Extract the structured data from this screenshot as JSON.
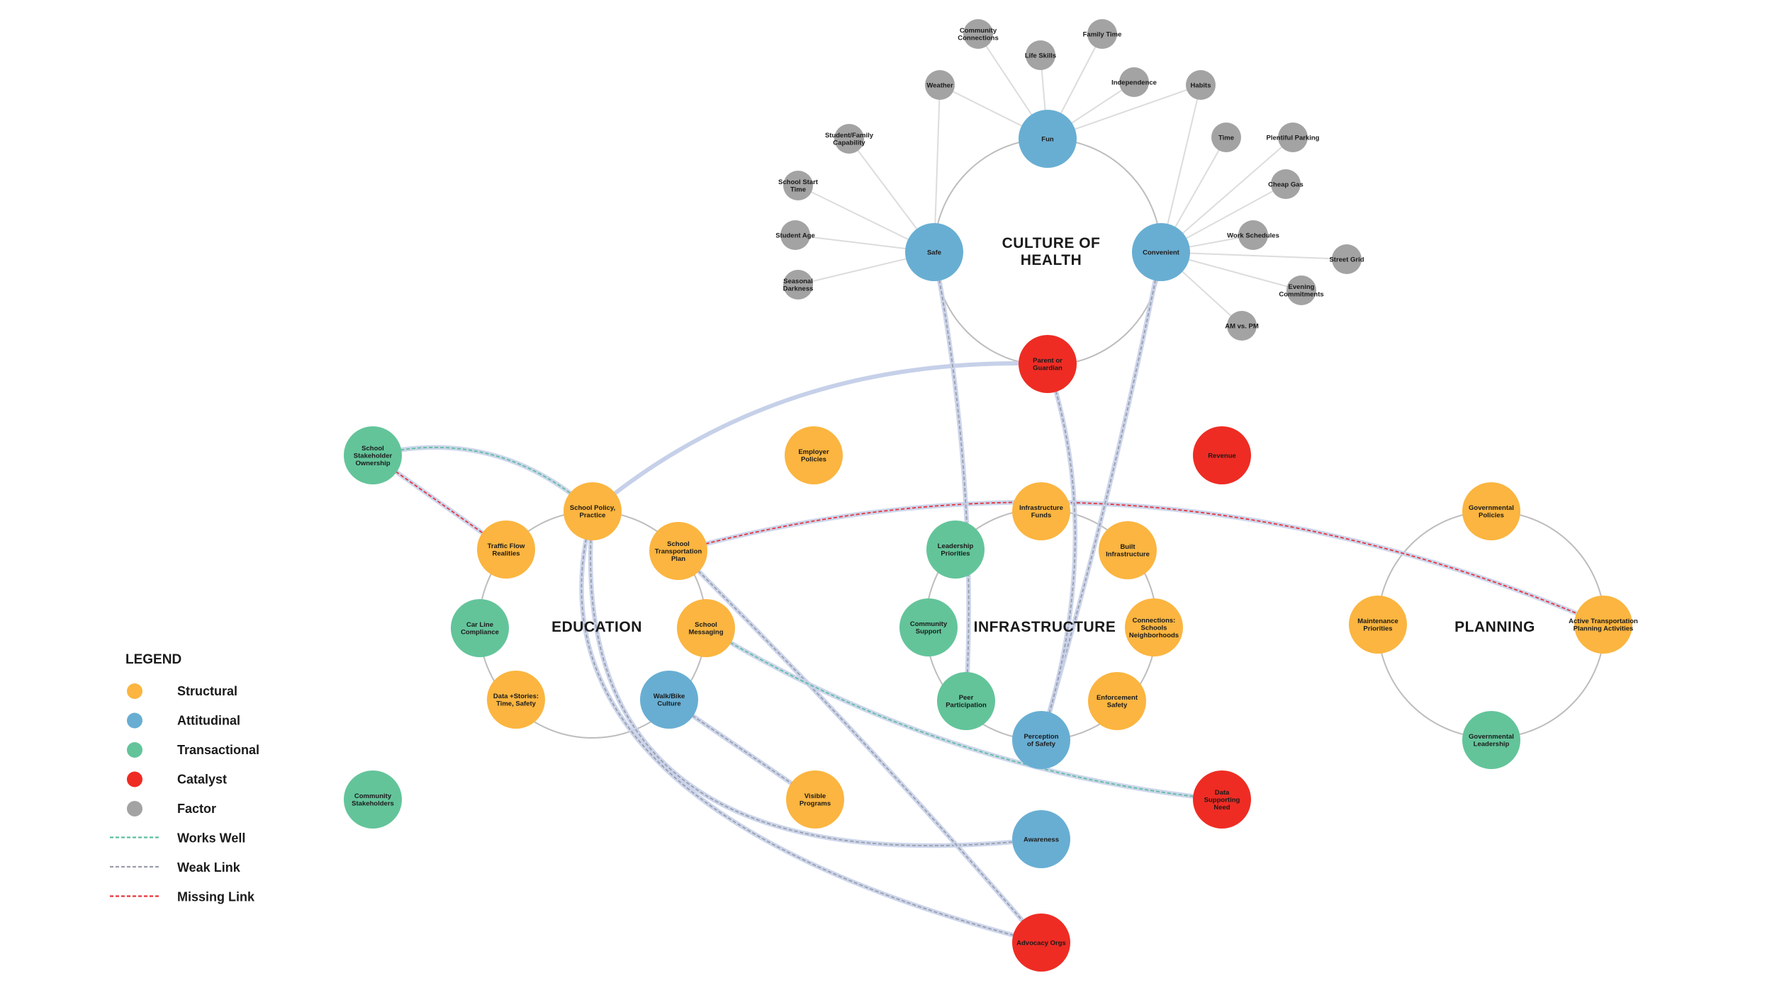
{
  "colors": {
    "structural": "#fbb540",
    "attitudinal": "#68aed3",
    "transactional": "#63c49a",
    "catalyst": "#ee2c24",
    "factor": "#a3a3a3",
    "works": "#5cbf9c",
    "weak": "#9a9ea8",
    "missing": "#e8343a",
    "halo": "#c6d0e9",
    "ring": "#bdbdbd",
    "spoke": "#dcdcdc"
  },
  "clusters": [
    {
      "id": "culture",
      "title": [
        "CULTURE OF",
        "HEALTH"
      ]
    },
    {
      "id": "education",
      "title": [
        "EDUCATION"
      ]
    },
    {
      "id": "infrastructure",
      "title": [
        "INFRASTRUCTURE"
      ]
    },
    {
      "id": "planning",
      "title": [
        "PLANNING"
      ]
    }
  ],
  "nodes": [
    {
      "id": "fun",
      "type": "attitudinal",
      "label": [
        "Fun"
      ]
    },
    {
      "id": "safe",
      "type": "attitudinal",
      "label": [
        "Safe"
      ]
    },
    {
      "id": "convenient",
      "type": "attitudinal",
      "label": [
        "Convenient"
      ]
    },
    {
      "id": "parent",
      "type": "catalyst",
      "label": [
        "Parent or",
        "Guardian"
      ]
    },
    {
      "id": "community_connections",
      "type": "factor",
      "label": [
        "Community",
        "Connections"
      ]
    },
    {
      "id": "life_skills",
      "type": "factor",
      "label": [
        "Life Skills"
      ]
    },
    {
      "id": "family_time",
      "type": "factor",
      "label": [
        "Family Time"
      ]
    },
    {
      "id": "weather",
      "type": "factor",
      "label": [
        "Weather"
      ]
    },
    {
      "id": "independence",
      "type": "factor",
      "label": [
        "Independence"
      ]
    },
    {
      "id": "habits",
      "type": "factor",
      "label": [
        "Habits"
      ]
    },
    {
      "id": "student_family",
      "type": "factor",
      "label": [
        "Student/Family",
        "Capability"
      ]
    },
    {
      "id": "time",
      "type": "factor",
      "label": [
        "Time"
      ]
    },
    {
      "id": "plentiful_parking",
      "type": "factor",
      "label": [
        "Plentiful Parking"
      ]
    },
    {
      "id": "school_start",
      "type": "factor",
      "label": [
        "School Start",
        "Time"
      ]
    },
    {
      "id": "cheap_gas",
      "type": "factor",
      "label": [
        "Cheap Gas"
      ]
    },
    {
      "id": "student_age",
      "type": "factor",
      "label": [
        "Student Age"
      ]
    },
    {
      "id": "work_schedules",
      "type": "factor",
      "label": [
        "Work Schedules"
      ]
    },
    {
      "id": "street_grid",
      "type": "factor",
      "label": [
        "Street Grid"
      ]
    },
    {
      "id": "seasonal_darkness",
      "type": "factor",
      "label": [
        "Seasonal",
        "Darkness"
      ]
    },
    {
      "id": "evening_commitments",
      "type": "factor",
      "label": [
        "Evening",
        "Commitments"
      ]
    },
    {
      "id": "am_pm",
      "type": "factor",
      "label": [
        "AM vs. PM"
      ]
    },
    {
      "id": "school_stakeholder",
      "type": "transactional",
      "label": [
        "School",
        "Stakeholder",
        "Ownership"
      ]
    },
    {
      "id": "school_policy",
      "type": "structural",
      "label": [
        "School Policy,",
        "Practice"
      ]
    },
    {
      "id": "traffic_flow",
      "type": "structural",
      "label": [
        "Traffic Flow",
        "Realities"
      ]
    },
    {
      "id": "school_transport_plan",
      "type": "structural",
      "label": [
        "School",
        "Transportation",
        "Plan"
      ]
    },
    {
      "id": "car_line",
      "type": "transactional",
      "label": [
        "Car Line",
        "Compliance"
      ]
    },
    {
      "id": "school_messaging",
      "type": "structural",
      "label": [
        "School",
        "Messaging"
      ]
    },
    {
      "id": "data_stories",
      "type": "structural",
      "label": [
        "Data +Stories:",
        "Time, Safety"
      ]
    },
    {
      "id": "walk_bike",
      "type": "attitudinal",
      "label": [
        "Walk/Bike",
        "Culture"
      ]
    },
    {
      "id": "employer_policies",
      "type": "structural",
      "label": [
        "Employer",
        "Policies"
      ]
    },
    {
      "id": "revenue",
      "type": "catalyst",
      "label": [
        "Revenue"
      ]
    },
    {
      "id": "infra_funds",
      "type": "structural",
      "label": [
        "Infrastructure",
        "Funds"
      ]
    },
    {
      "id": "leadership_priorities",
      "type": "transactional",
      "label": [
        "Leadership",
        "Priorities"
      ]
    },
    {
      "id": "built_infra",
      "type": "structural",
      "label": [
        "Built",
        "Infrastructure"
      ]
    },
    {
      "id": "community_support",
      "type": "transactional",
      "label": [
        "Community",
        "Support"
      ]
    },
    {
      "id": "connections",
      "type": "structural",
      "label": [
        "Connections:",
        "Schools",
        "Neighborhoods"
      ]
    },
    {
      "id": "peer_participation",
      "type": "transactional",
      "label": [
        "Peer",
        "Participation"
      ]
    },
    {
      "id": "enforcement",
      "type": "structural",
      "label": [
        "Enforcement",
        "Safety"
      ]
    },
    {
      "id": "perception",
      "type": "attitudinal",
      "label": [
        "Perception",
        "of Safety"
      ]
    },
    {
      "id": "gov_policies",
      "type": "structural",
      "label": [
        "Governmental",
        "Policies"
      ]
    },
    {
      "id": "maintenance",
      "type": "structural",
      "label": [
        "Maintenance",
        "Priorities"
      ]
    },
    {
      "id": "active_transport",
      "type": "structural",
      "label": [
        "Active Transportation",
        "Planning Activities"
      ]
    },
    {
      "id": "gov_leadership",
      "type": "transactional",
      "label": [
        "Governmental",
        "Leadership"
      ]
    },
    {
      "id": "community_stakeholders",
      "type": "transactional",
      "label": [
        "Community",
        "Stakeholders"
      ]
    },
    {
      "id": "visible_programs",
      "type": "structural",
      "label": [
        "Visible",
        "Programs"
      ]
    },
    {
      "id": "awareness",
      "type": "attitudinal",
      "label": [
        "Awareness"
      ]
    },
    {
      "id": "data_need",
      "type": "catalyst",
      "label": [
        "Data",
        "Supporting",
        "Need"
      ]
    },
    {
      "id": "advocacy",
      "type": "catalyst",
      "label": [
        "Advocacy Orgs"
      ]
    }
  ],
  "spokes": [
    [
      "fun",
      "community_connections"
    ],
    [
      "fun",
      "life_skills"
    ],
    [
      "fun",
      "family_time"
    ],
    [
      "fun",
      "weather"
    ],
    [
      "fun",
      "independence"
    ],
    [
      "fun",
      "habits"
    ],
    [
      "safe",
      "weather"
    ],
    [
      "safe",
      "student_family"
    ],
    [
      "safe",
      "school_start"
    ],
    [
      "safe",
      "student_age"
    ],
    [
      "safe",
      "seasonal_darkness"
    ],
    [
      "convenient",
      "habits"
    ],
    [
      "convenient",
      "time"
    ],
    [
      "convenient",
      "plentiful_parking"
    ],
    [
      "convenient",
      "cheap_gas"
    ],
    [
      "convenient",
      "work_schedules"
    ],
    [
      "convenient",
      "street_grid"
    ],
    [
      "convenient",
      "evening_commitments"
    ],
    [
      "convenient",
      "am_pm"
    ]
  ],
  "links": [
    {
      "from": "parent",
      "to": "school_policy",
      "kind": "halo"
    },
    {
      "from": "school_stakeholder",
      "to": "school_policy",
      "kind": "works"
    },
    {
      "from": "school_stakeholder",
      "to": "traffic_flow",
      "kind": "missing"
    },
    {
      "from": "school_transport_plan",
      "to": "active_transport",
      "kind": "missing"
    },
    {
      "from": "safe",
      "to": "peer_participation",
      "kind": "weak"
    },
    {
      "from": "convenient",
      "to": "perception",
      "kind": "weak"
    },
    {
      "from": "parent",
      "to": "perception",
      "kind": "weak"
    },
    {
      "from": "school_policy",
      "to": "awareness",
      "kind": "weak"
    },
    {
      "from": "school_policy",
      "to": "advocacy",
      "kind": "weak"
    },
    {
      "from": "school_transport_plan",
      "to": "advocacy",
      "kind": "weak"
    },
    {
      "from": "walk_bike",
      "to": "visible_programs",
      "kind": "weak"
    },
    {
      "from": "school_messaging",
      "to": "data_need",
      "kind": "works"
    }
  ],
  "legend": {
    "title": "LEGEND",
    "items": [
      {
        "kind": "dot",
        "type": "structural",
        "label": "Structural"
      },
      {
        "kind": "dot",
        "type": "attitudinal",
        "label": "Attitudinal"
      },
      {
        "kind": "dot",
        "type": "transactional",
        "label": "Transactional"
      },
      {
        "kind": "dot",
        "type": "catalyst",
        "label": "Catalyst"
      },
      {
        "kind": "dot",
        "type": "factor",
        "label": "Factor"
      },
      {
        "kind": "line",
        "type": "works",
        "label": "Works Well"
      },
      {
        "kind": "line",
        "type": "weak",
        "label": "Weak Link"
      },
      {
        "kind": "line",
        "type": "missing",
        "label": "Missing Link"
      }
    ]
  }
}
